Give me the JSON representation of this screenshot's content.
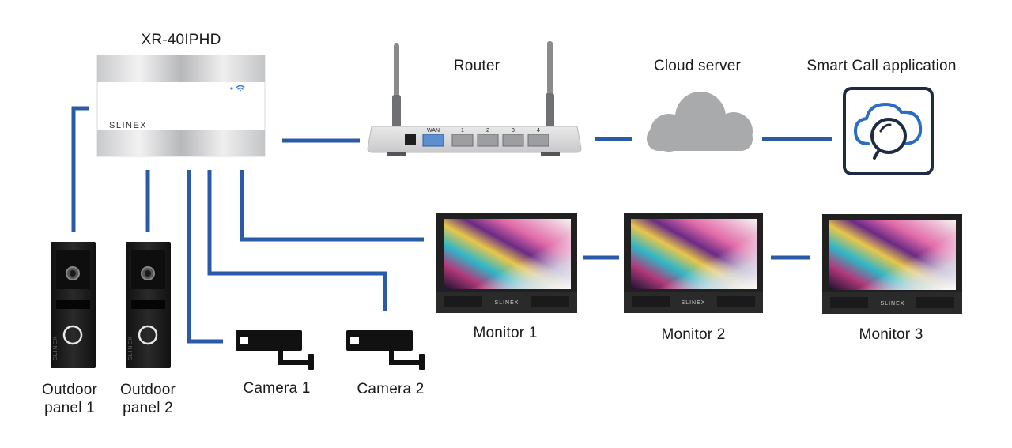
{
  "colors": {
    "wire": "#2b5ba6",
    "icon_dark": "#1f2a44",
    "accent_blue": "#2b6cc4",
    "cloud": "#a9aaac",
    "device_dark": "#1b1b1b"
  },
  "hub": {
    "label": "XR-40IPHD",
    "brand": "SLINEX"
  },
  "router": {
    "label": "Router",
    "wan_label": "WAN",
    "ports": [
      "1",
      "2",
      "3",
      "4"
    ]
  },
  "cloud": {
    "label": "Cloud server",
    "icon": "cloud-icon"
  },
  "app": {
    "label": "Smart Call application",
    "icon": "smart-call-app-icon"
  },
  "monitors": [
    {
      "label": "Monitor 1",
      "brand": "SLINEX"
    },
    {
      "label": "Monitor 2",
      "brand": "SLINEX"
    },
    {
      "label": "Monitor 3",
      "brand": "SLINEX"
    }
  ],
  "panels": [
    {
      "label_line1": "Outdoor",
      "label_line2": "panel 1",
      "brand": "SLINEX"
    },
    {
      "label_line1": "Outdoor",
      "label_line2": "panel 2",
      "brand": "SLINEX"
    }
  ],
  "cameras": [
    {
      "label": "Camera 1",
      "icon": "cctv-camera-icon"
    },
    {
      "label": "Camera 2",
      "icon": "cctv-camera-icon"
    }
  ]
}
